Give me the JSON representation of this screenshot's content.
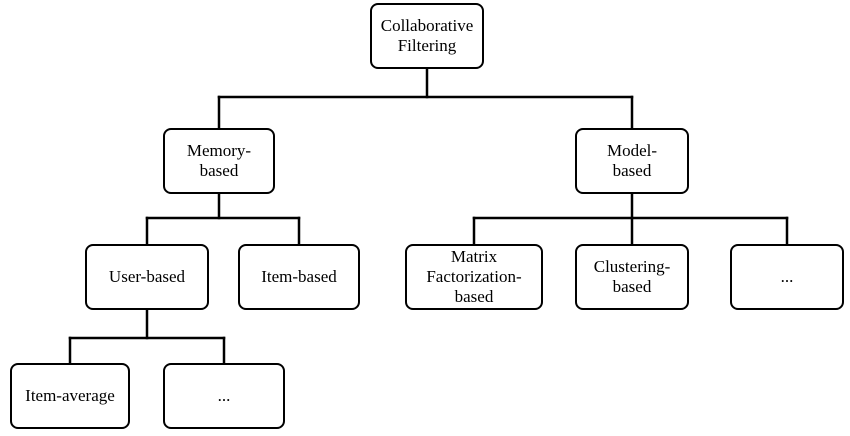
{
  "diagram": {
    "root": {
      "label": "Collaborative\nFiltering"
    },
    "memory_based": {
      "label": "Memory-\nbased"
    },
    "model_based": {
      "label": "Model-\nbased"
    },
    "user_based": {
      "label": "User-based"
    },
    "item_based": {
      "label": "Item-based"
    },
    "matrix_factorization": {
      "label": "Matrix\nFactorization-\nbased"
    },
    "clustering_based": {
      "label": "Clustering-\nbased"
    },
    "model_more": {
      "label": "..."
    },
    "item_average": {
      "label": "Item-average"
    },
    "user_more": {
      "label": "..."
    }
  }
}
